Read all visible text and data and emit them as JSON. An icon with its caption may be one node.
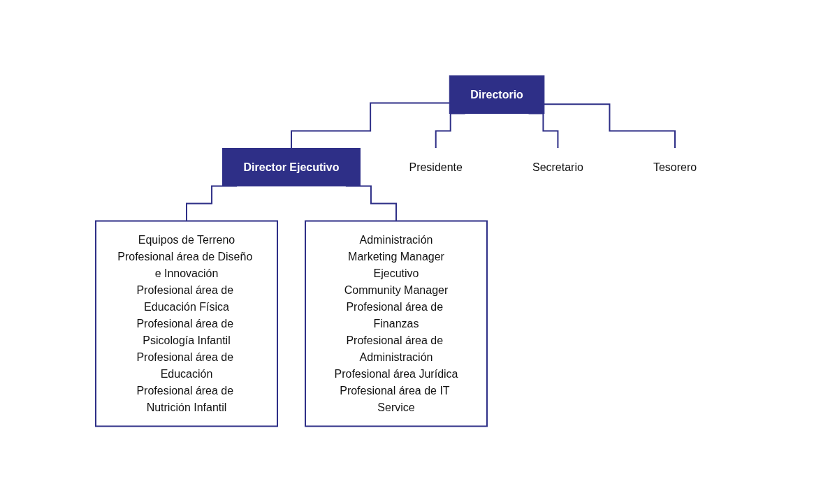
{
  "diagram": {
    "nodes": [
      {
        "text": [
          "Directorio"
        ]
      },
      {
        "text": [
          "Director Ejecutivo"
        ]
      },
      {
        "text": [
          "Equipos de Terreno",
          "Profesional área de Diseño e Innovación",
          "Profesional área de Educación Física",
          "Profesional área de Psicología Infantil",
          "Profesional área de Educación",
          "Profesional área de Nutrición Infantil"
        ]
      },
      {
        "text": [
          "Administración",
          "Marketing Manager",
          "Ejecutivo",
          "Community Manager",
          "Profesional área de Finanzas",
          "Profesional área de Administración",
          "Profesional área Jurídica",
          "Profesional área de IT Service"
        ]
      },
      {
        "text": [
          "Presidente"
        ]
      },
      {
        "text": [
          "Secretario"
        ]
      },
      {
        "text": [
          "Tesorero"
        ]
      }
    ],
    "edges": [
      {
        "from": 0,
        "to": 4,
        "arrow": "none"
      },
      {
        "from": 0,
        "to": 5,
        "arrow": "none"
      },
      {
        "from": 0,
        "to": 6,
        "arrow": "none"
      },
      {
        "from": 0,
        "to": 1,
        "arrow": "none"
      },
      {
        "from": 1,
        "to": 2,
        "arrow": "none"
      },
      {
        "from": 1,
        "to": 3,
        "arrow": "none"
      }
    ]
  }
}
